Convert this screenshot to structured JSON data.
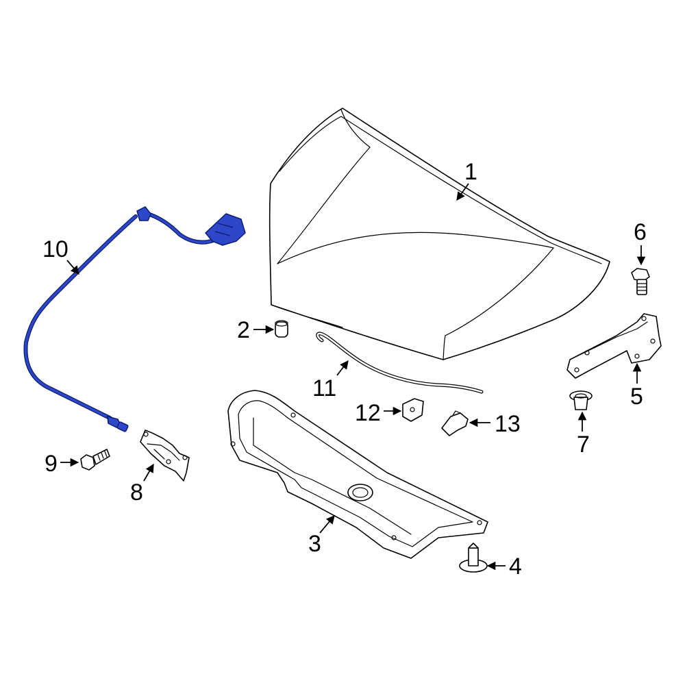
{
  "callouts": {
    "c1": "1",
    "c2": "2",
    "c3": "3",
    "c4": "4",
    "c5": "5",
    "c6": "6",
    "c7": "7",
    "c8": "8",
    "c9": "9",
    "c10": "10",
    "c11": "11",
    "c12": "12",
    "c13": "13"
  },
  "colors": {
    "line": "#000000",
    "highlight_fill": "#2e46c8",
    "highlight_stroke": "#0b1d70",
    "background": "#ffffff"
  },
  "highlighted_part": "10"
}
